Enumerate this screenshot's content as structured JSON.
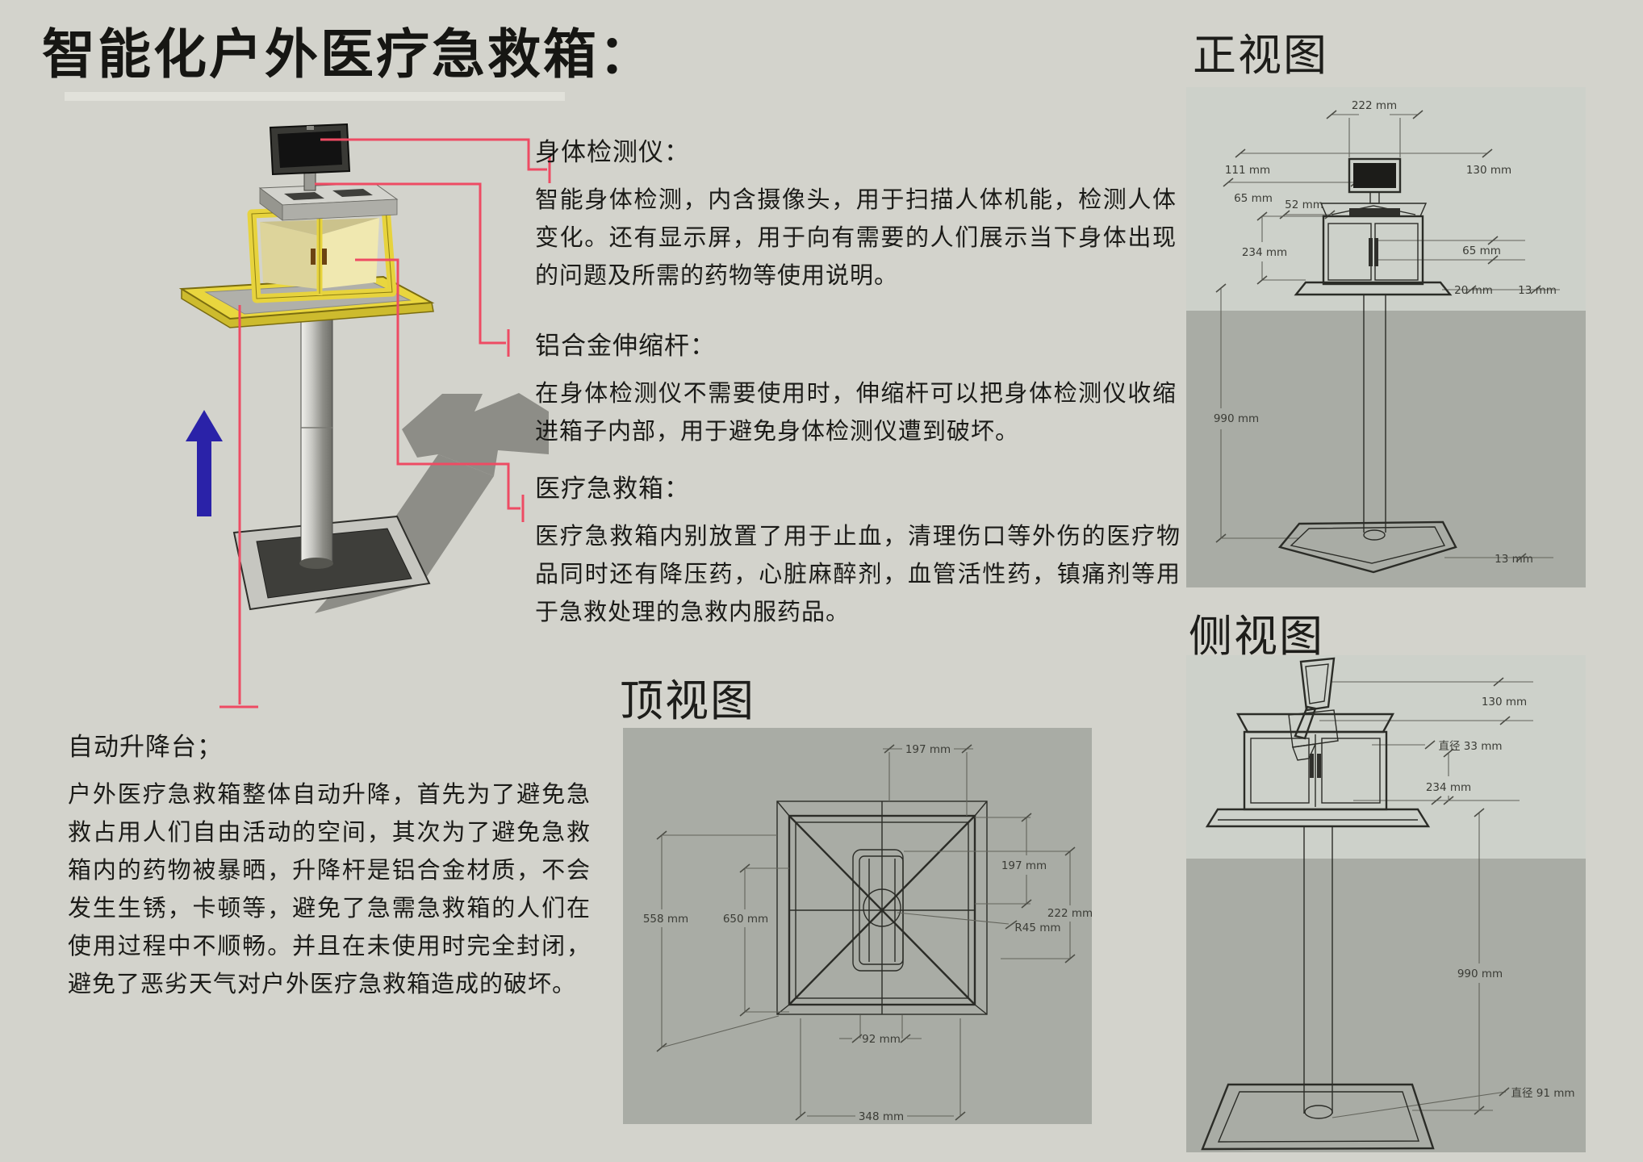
{
  "page": {
    "title": "智能化户外医疗急救箱：",
    "background": "#d3d3cc"
  },
  "annotations": {
    "detector": {
      "heading": "身体检测仪：",
      "body": "智能身体检测，内含摄像头，用于扫描人体机能，检测人体变化。还有显示屏，用于向有需要的人们展示当下身体出现的问题及所需的药物等使用说明。"
    },
    "rod": {
      "heading": "铝合金伸缩杆：",
      "body": "在身体检测仪不需要使用时，伸缩杆可以把身体检测仪收缩进箱子内部，用于避免身体检测仪遭到破坏。"
    },
    "box": {
      "heading": "医疗急救箱：",
      "body": "医疗急救箱内别放置了用于止血，清理伤口等外伤的医疗物品同时还有降压药，心脏麻醉剂，血管活性药，镇痛剂等用于急救处理的急救内服药品。"
    },
    "lift": {
      "heading": "自动升降台；",
      "body": "户外医疗急救箱整体自动升降，首先为了避免急救占用人们自由活动的空间，其次为了避免急救箱内的药物被暴晒，升降杆是铝合金材质，不会发生生锈，卡顿等，避免了急需急救箱的人们在使用过程中不顺畅。并且在未使用时完全封闭，避免了恶劣天气对户外医疗急救箱造成的破坏。"
    }
  },
  "views": {
    "front": {
      "title": "正视图",
      "dims": {
        "w222": "222 mm",
        "w111": "111 mm",
        "w130": "130 mm",
        "w65l": "65 mm",
        "w52": "52 mm",
        "h234": "234 mm",
        "w65r": "65 mm",
        "w20": "20 mm",
        "w13a": "13 mm",
        "h990": "990 mm",
        "w13b": "13 mm"
      }
    },
    "top": {
      "title": "顶视图",
      "dims": {
        "w197t": "197 mm",
        "w197r": "197 mm",
        "w558": "558 mm",
        "w650": "650 mm",
        "w222": "222 mm",
        "r45": "R45 mm",
        "w92": "92 mm",
        "w348": "348 mm"
      }
    },
    "side": {
      "title": "侧视图",
      "dims": {
        "w130": "130 mm",
        "d33": "直径 33 mm",
        "h234": "234 mm",
        "h990": "990 mm",
        "d91": "直径 91 mm"
      }
    }
  },
  "colors": {
    "accent_red": "#ee4b63",
    "arrow_blue": "#2a22a8",
    "box_yellow": "#e7d33d",
    "box_interior": "#efe7ae",
    "panel_dark": "#a9aca5",
    "panel_light": "#cdd1ca"
  }
}
